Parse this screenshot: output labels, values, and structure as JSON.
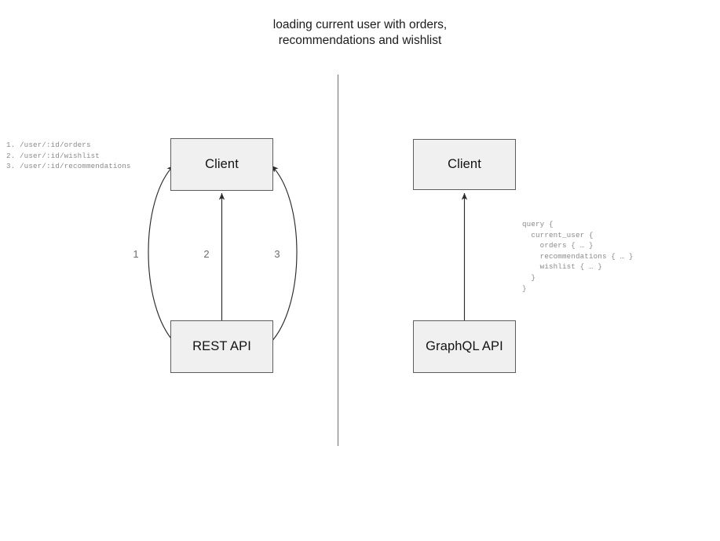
{
  "title": "loading current user with orders,\nrecommendations and wishlist",
  "divider": {
    "name": "vertical-divider",
    "color": "#6e6e6e"
  },
  "rest_side": {
    "client_label": "Client",
    "api_label": "REST API",
    "endpoints_text": "1. /user/:id/orders\n2. /user/:id/wishlist\n3. /user/:id/recommendations",
    "endpoints": [
      {
        "number": "1.",
        "path": "/user/:id/orders"
      },
      {
        "number": "2.",
        "path": "/user/:id/wishlist"
      },
      {
        "number": "3.",
        "path": "/user/:id/recommendations"
      }
    ],
    "edge_labels": [
      "1",
      "2",
      "3"
    ]
  },
  "graphql_side": {
    "client_label": "Client",
    "api_label": "GraphQL API",
    "query_text": "query {\n  current_user {\n    orders { … }\n    recommendations { … }\n    wishlist { … }\n  }\n}"
  },
  "colors": {
    "node_fill": "#f0f0f0",
    "node_border": "#5d5d5d",
    "text": "#131313",
    "muted_text": "#8a8a8a",
    "edge_stroke": "#2b2b2b"
  },
  "chart_data": {
    "type": "diagram",
    "title": "loading current user with orders, recommendations and wishlist",
    "panels": [
      {
        "name": "REST",
        "nodes": [
          "Client",
          "REST API"
        ],
        "edges": [
          {
            "label": "1",
            "from": "Client",
            "to": "REST API",
            "bidirectional": true,
            "shape": "curve-left",
            "endpoint": "/user/:id/orders"
          },
          {
            "label": "2",
            "from": "Client",
            "to": "REST API",
            "bidirectional": true,
            "shape": "straight",
            "endpoint": "/user/:id/wishlist"
          },
          {
            "label": "3",
            "from": "Client",
            "to": "REST API",
            "bidirectional": true,
            "shape": "curve-right",
            "endpoint": "/user/:id/recommendations"
          }
        ]
      },
      {
        "name": "GraphQL",
        "nodes": [
          "Client",
          "GraphQL API"
        ],
        "edges": [
          {
            "label": "",
            "from": "Client",
            "to": "GraphQL API",
            "bidirectional": true,
            "shape": "straight"
          }
        ]
      }
    ]
  }
}
